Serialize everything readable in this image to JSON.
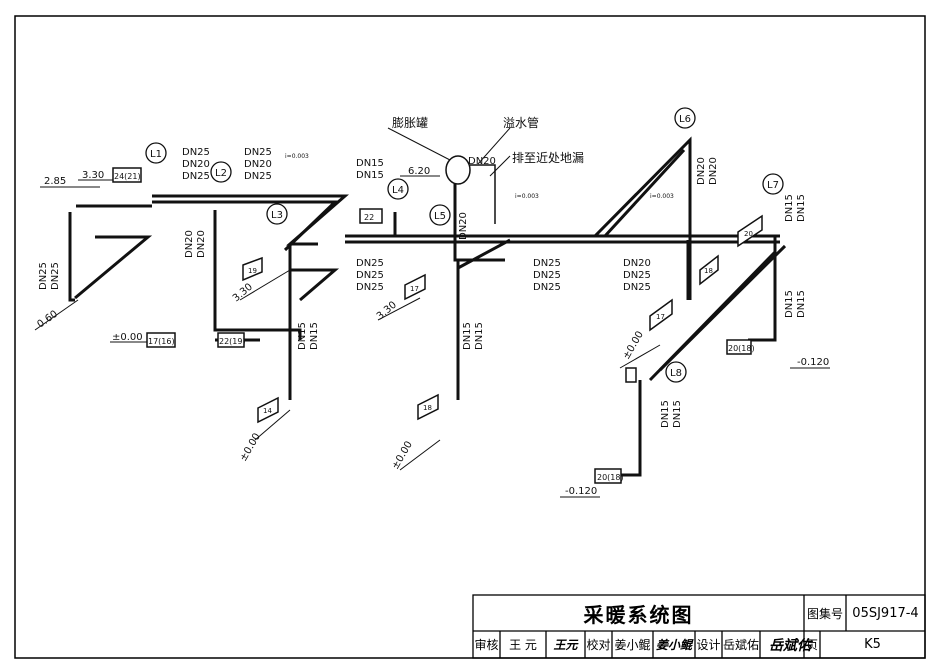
{
  "drawing": {
    "labels": {
      "expansion_tank": "膨胀罐",
      "overflow_pipe": "溢水管",
      "drain_to_floor_drain": "排至近处地漏",
      "L1": "L1",
      "L2": "L2",
      "L3": "L3",
      "L4": "L4",
      "L5": "L5",
      "L6": "L6",
      "L7": "L7",
      "L8": "L8",
      "elev_2_85": "2.85",
      "elev_3_30a": "3.30",
      "elev_3_30b": "3.30",
      "elev_3_30c": "3.30",
      "elev_6_20": "6.20",
      "elev_0_60": "0.60",
      "elev_pm0_a": "±0.00",
      "elev_pm0_b": "±0.00",
      "elev_pm0_c": "±0.00",
      "elev_pm0_d": "±0.00",
      "elev_m0_120a": "-0.120",
      "elev_m0_120b": "-0.120",
      "dn25": "DN25",
      "dn20": "DN20",
      "dn15": "DN15",
      "slope": "i=0.003",
      "rad_24_21": "24(21)",
      "rad_17_16": "17(16)",
      "rad_22_19": "22(19)",
      "rad_22": "22",
      "rad_20_18a": "20(18)",
      "rad_20_18b": "20(18)",
      "rad_19": "19",
      "rad_17a": "17",
      "rad_14": "14",
      "rad_18": "18",
      "rad_17b": "17",
      "rad_18b": "18",
      "rad_20a": "20"
    }
  },
  "title_block": {
    "title": "采暖系统图",
    "atlas_label": "图集号",
    "atlas_number": "05SJ917-4",
    "review_label": "审核",
    "reviewer": "王 元",
    "reviewer_sig": "王元",
    "proof_label": "校对",
    "proofreader": "姜小鲲",
    "proofreader_sig": "姜小鲲",
    "design_label": "设计",
    "designer": "岳斌佑",
    "designer_sig": "岳斌佑",
    "page_label": "页",
    "page_number": "K5"
  }
}
